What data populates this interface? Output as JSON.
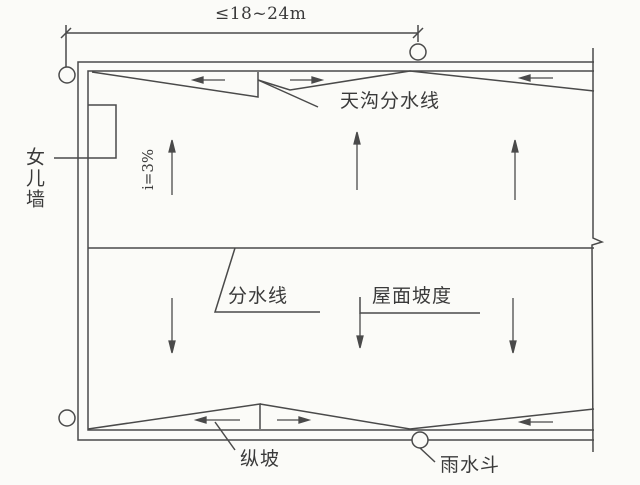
{
  "diagram": {
    "type": "roof-drainage-plan",
    "colors": {
      "line": "#4a4a4a",
      "text": "#3a3a3a",
      "background": "#fbfbf8"
    },
    "dimension": {
      "label": "≤18~24m"
    },
    "slope": {
      "label": "i=3%"
    },
    "labels": {
      "parapet": "女儿墙",
      "gutter_ridge": "天沟分水线",
      "ridge_line": "分水线",
      "roof_slope": "屋面坡度",
      "longitudinal_slope": "纵坡",
      "rain_outlet": "雨水斗"
    },
    "elements": {
      "rain_outlets": 4,
      "slope_arrows_up": 3,
      "slope_arrows_down": 3,
      "gutter_flow_arrows": 6
    }
  }
}
